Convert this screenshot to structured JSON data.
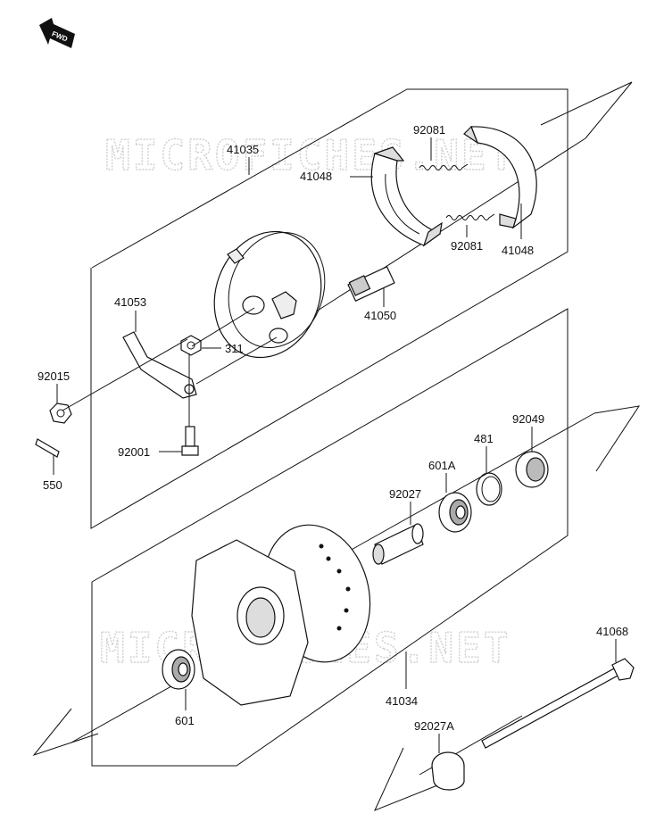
{
  "fwd_label": "FWD",
  "watermark": [
    "MICROFICHES.NET",
    "MICROFICHES.NET"
  ],
  "labels": {
    "p41035": "41035",
    "p92081_top": "92081",
    "p41048_left": "41048",
    "p92081_bottom": "92081",
    "p41048_right": "41048",
    "p41050": "41050",
    "p41053": "41053",
    "p311": "311",
    "p92015": "92015",
    "p92001": "92001",
    "p550": "550",
    "p92049": "92049",
    "p481": "481",
    "p601A": "601A",
    "p92027": "92027",
    "p41068": "41068",
    "p41034": "41034",
    "p601": "601",
    "p92027A": "92027A"
  }
}
